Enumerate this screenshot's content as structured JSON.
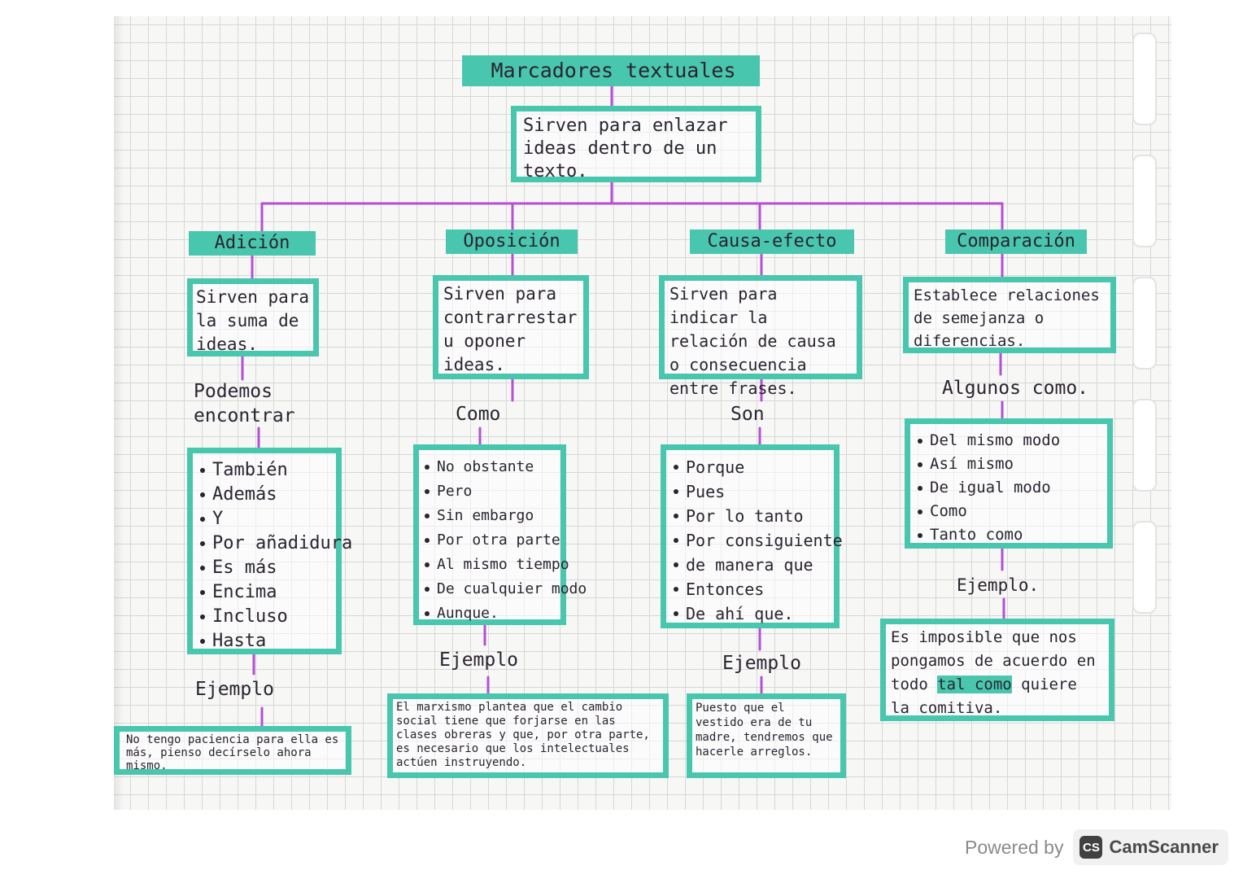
{
  "title": "Marcadores textuales",
  "definition": "Sirven para enlazar ideas dentro de un texto.",
  "categories": [
    {
      "name": "Adición",
      "description": "Sirven para la suma de ideas.",
      "connector": "Podemos encontrar",
      "items": [
        "También",
        "Además",
        "Y",
        "Por añadidura",
        "Es más",
        "Encima",
        "Incluso",
        "Hasta"
      ],
      "example_label": "Ejemplo",
      "example": "No tengo paciencia para ella es más, pienso decírselo ahora mismo."
    },
    {
      "name": "Oposición",
      "description": "Sirven para contrarrestar u oponer ideas.",
      "connector": "Como",
      "items": [
        "No obstante",
        "Pero",
        "Sin embargo",
        "Por otra parte",
        "Al mismo tiempo",
        "De cualquier modo",
        "Aunque."
      ],
      "example_label": "Ejemplo",
      "example": "El marxismo plantea que el cambio social tiene que forjarse en las clases obreras y que, por otra parte, es necesario que los intelectuales actúen instruyendo."
    },
    {
      "name": "Causa-efecto",
      "description": "Sirven para indicar la relación de causa o consecuencia entre frases.",
      "connector": "Son",
      "items": [
        "Porque",
        "Pues",
        "Por lo tanto",
        "Por consiguiente",
        "de manera que",
        "Entonces",
        "De ahí que."
      ],
      "example_label": "Ejemplo",
      "example": "Puesto que el vestido era de tu madre, tendremos que hacerle arreglos."
    },
    {
      "name": "Comparación",
      "description": "Establece relaciones de semejanza o diferencias.",
      "connector": "Algunos como.",
      "items": [
        "Del mismo modo",
        "Así mismo",
        "De igual modo",
        "Como",
        "Tanto como"
      ],
      "example_label": "Ejemplo.",
      "example_parts": [
        "Es imposible que nos pongamos de acuerdo en todo ",
        "tal como",
        " quiere la comitiva."
      ]
    }
  ],
  "footer": {
    "powered_by": "Powered by",
    "logo_text": "CS",
    "brand": "CamScanner"
  },
  "colors": {
    "highlight": "#49c6ae",
    "connector_line": "#b44fd6",
    "ink": "#2b2430"
  }
}
